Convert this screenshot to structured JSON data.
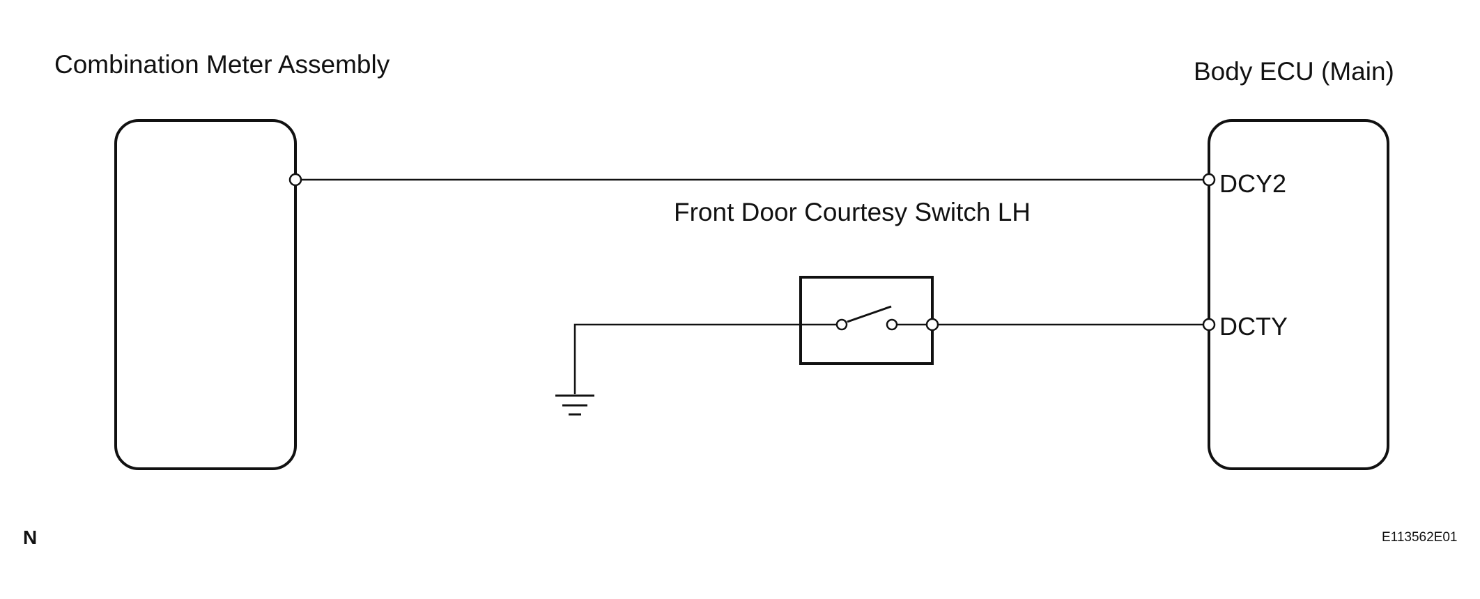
{
  "components": {
    "meter": {
      "label": "Combination Meter Assembly"
    },
    "ecu": {
      "label": "Body ECU (Main)",
      "pins": {
        "dcy2": "DCY2",
        "dcty": "DCTY"
      }
    },
    "switch": {
      "label": "Front Door Courtesy Switch LH",
      "state": "open"
    }
  },
  "footer": {
    "left_marker": "N",
    "figure_id": "E113562E01"
  },
  "colors": {
    "line": "#111111",
    "background": "#ffffff"
  }
}
